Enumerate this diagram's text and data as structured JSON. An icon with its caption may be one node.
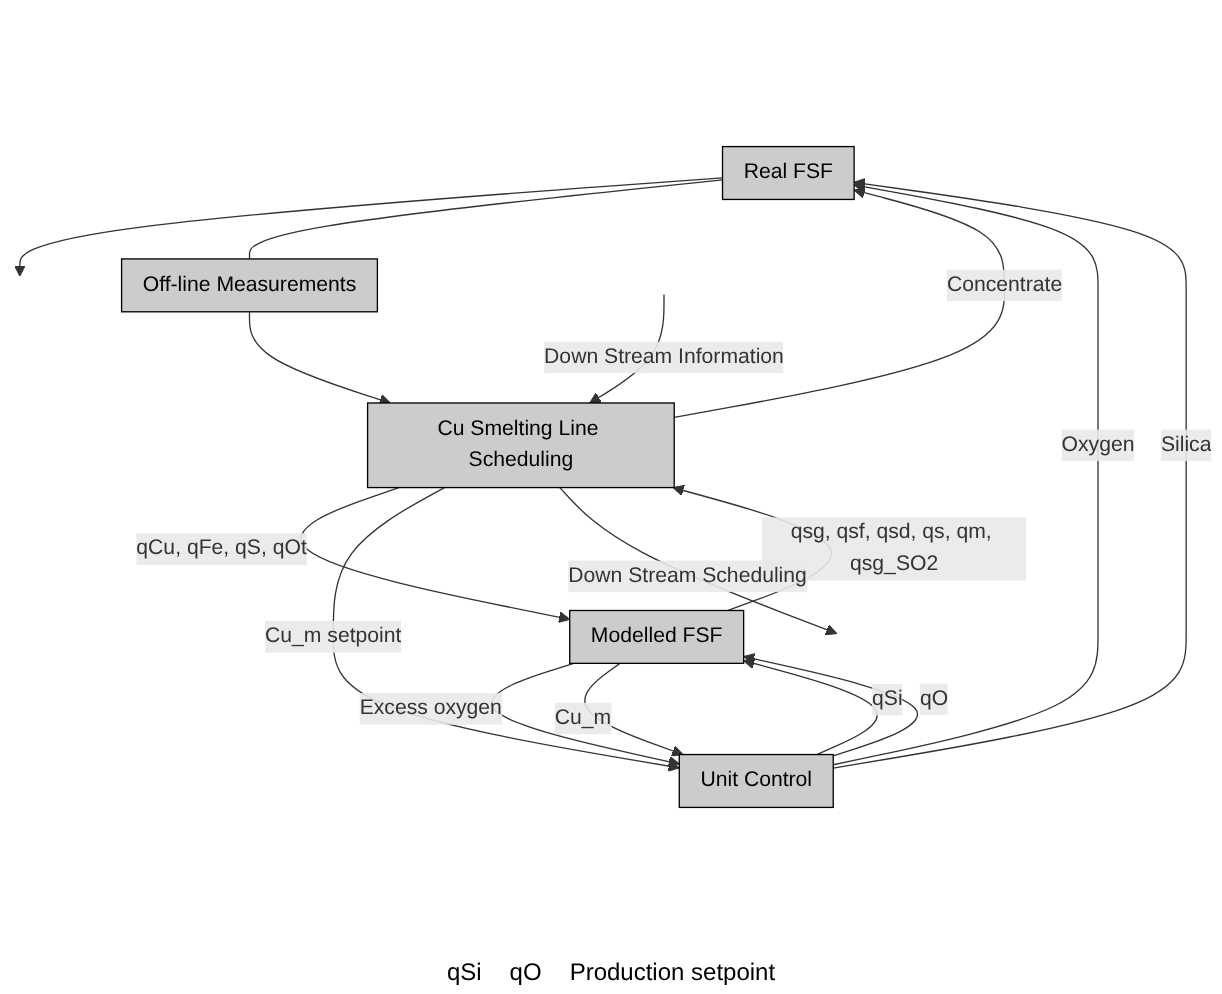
{
  "diagram": {
    "nodes": [
      {
        "text": [
          "Real FSF"
        ]
      },
      {
        "text": [
          "Off-line Measurements"
        ]
      },
      {
        "text": [
          "Modelled FSF"
        ]
      },
      {
        "text": [
          "Unit Control"
        ]
      },
      {
        "text": [
          "Cu Smelting Line Scheduling"
        ]
      }
    ],
    "edges": [
      {
        "from": 4,
        "to": 0,
        "arrow": "to",
        "label": "Concentrate"
      },
      {
        "from": 3,
        "to": 0,
        "arrow": "to",
        "label": "Oxygen"
      },
      {
        "from": 3,
        "to": 0,
        "arrow": "to",
        "label": "Silica"
      },
      {
        "from": 0,
        "to": null,
        "arrow": "to"
      },
      {
        "from": 0,
        "to": 1,
        "arrow": "none"
      },
      {
        "from": 3,
        "to": 2,
        "arrow": "to",
        "label": "qSi"
      },
      {
        "from": 3,
        "to": 2,
        "arrow": "to",
        "label": "qO"
      },
      {
        "from": 4,
        "to": 2,
        "arrow": "to",
        "label": "qCu, qFe, qS, qOt"
      },
      {
        "from": 2,
        "to": 4,
        "arrow": "to",
        "label": "qsg, qsf, qsd, qs, qm, qsg_SO2"
      },
      {
        "from": 2,
        "to": 3,
        "arrow": "to",
        "label": "Excess oxygen"
      },
      {
        "from": 2,
        "to": 3,
        "arrow": "to",
        "label": "Cu_m"
      },
      {
        "from": 4,
        "to": 3,
        "arrow": "to",
        "label": "Cu_m setpoint"
      },
      {
        "from": 1,
        "to": 4,
        "arrow": "to"
      },
      {
        "from": null,
        "to": 4,
        "arrow": "to",
        "label": "Down Stream Information"
      },
      {
        "from": 4,
        "to": null,
        "arrow": "to",
        "label": "Down Stream Scheduling"
      }
    ],
    "labels": [
      "qSi",
      "qO",
      "Production setpoint"
    ]
  }
}
